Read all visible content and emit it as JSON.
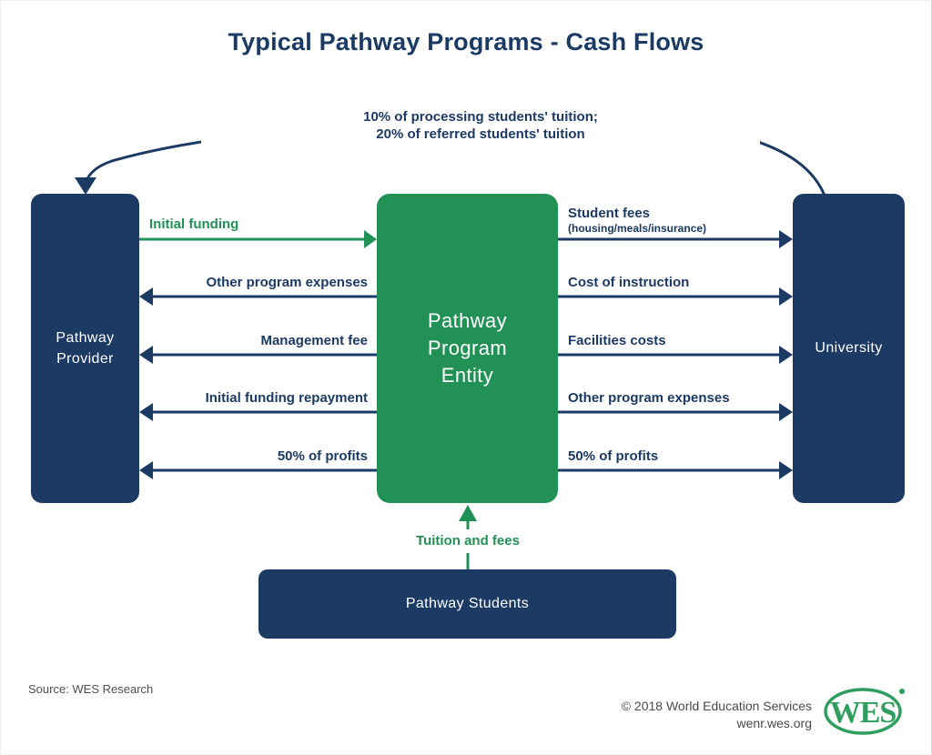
{
  "title": "Typical Pathway Programs - Cash Flows",
  "colors": {
    "navy": "#1b3a64",
    "green": "#219155",
    "logo_green": "#2f9e5f",
    "footer_gray": "#4a4a4a",
    "background": "#ffffff"
  },
  "top_flow": {
    "label_line1": "10% of processing students' tuition;",
    "label_line2": "20% of referred students' tuition",
    "from": "University",
    "to": "Pathway Provider"
  },
  "nodes": {
    "pathway_provider": {
      "label_line1": "Pathway",
      "label_line2": "Provider"
    },
    "pathway_program_entity": {
      "label_line1": "Pathway",
      "label_line2": "Program",
      "label_line3": "Entity"
    },
    "university": {
      "label": "University"
    },
    "pathway_students": {
      "label": "Pathway Students"
    }
  },
  "left_flows": [
    {
      "label": "Initial funding",
      "direction": "provider-to-entity",
      "color": "green"
    },
    {
      "label": "Other program expenses",
      "direction": "entity-to-provider",
      "color": "navy"
    },
    {
      "label": "Management fee",
      "direction": "entity-to-provider",
      "color": "navy"
    },
    {
      "label": "Initial funding repayment",
      "direction": "entity-to-provider",
      "color": "navy"
    },
    {
      "label": "50% of profits",
      "direction": "entity-to-provider",
      "color": "navy"
    }
  ],
  "right_flows": [
    {
      "label": "Student fees",
      "sublabel": "(housing/meals/insurance)",
      "direction": "entity-to-university",
      "color": "navy"
    },
    {
      "label": "Cost of instruction",
      "direction": "entity-to-university",
      "color": "navy"
    },
    {
      "label": "Facilities costs",
      "direction": "entity-to-university",
      "color": "navy"
    },
    {
      "label": "Other program expenses",
      "direction": "entity-to-university",
      "color": "navy"
    },
    {
      "label": "50% of profits",
      "direction": "entity-to-university",
      "color": "navy"
    }
  ],
  "bottom_flow": {
    "label": "Tuition and fees",
    "direction": "students-to-entity",
    "color": "green"
  },
  "footer": {
    "source": "Source: WES Research",
    "copyright": "© 2018 World Education Services",
    "url": "wenr.wes.org",
    "logo_text": "WES"
  }
}
